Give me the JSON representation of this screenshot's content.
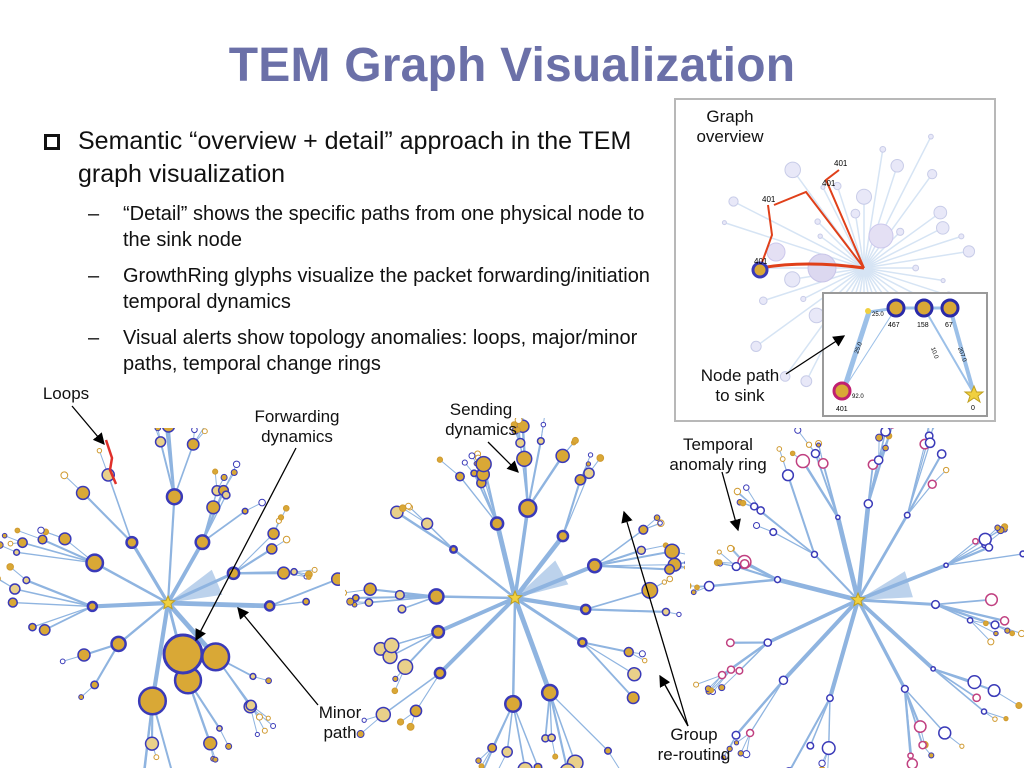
{
  "slide": {
    "title": "TEM Graph Visualization",
    "bullet": "Semantic “overview + detail” approach in the TEM graph visualization",
    "sub_bullets": [
      "“Detail” shows the specific paths from one physical node to the sink node",
      "GrowthRing glyphs visualize the packet forwarding/initiation temporal dynamics",
      "Visual alerts show topology anomalies: loops, major/minor paths, temporal change rings"
    ],
    "dash": "–"
  },
  "annotations": {
    "loops": "Loops",
    "forwarding": [
      "Forwarding",
      "dynamics"
    ],
    "sending": [
      "Sending",
      "dynamics"
    ],
    "minor_path": [
      "Minor",
      "path"
    ],
    "group_rerouting": [
      "Group",
      "re-routing"
    ],
    "temporal_ring": [
      "Temporal",
      "anomaly ring"
    ],
    "graph_overview": [
      "Graph",
      "overview"
    ],
    "node_path": [
      "Node path",
      "to sink"
    ]
  },
  "overview_labels": [
    "401",
    "401",
    "401",
    "401",
    "467"
  ],
  "inset_labels": {
    "top": [
      "467",
      "158",
      "67"
    ],
    "source": "401",
    "sink": "0",
    "edges": [
      "25.0",
      "25.0",
      "10.0",
      "207.0",
      "92.0"
    ]
  },
  "colors": {
    "title": "#6b70a8",
    "edge": "#8fb4e0",
    "node_fill": "#d9a836",
    "node_ring": "#3a3ab8",
    "loop": "#e0302a",
    "path": "#e0401a",
    "sink": "#f0d040"
  }
}
